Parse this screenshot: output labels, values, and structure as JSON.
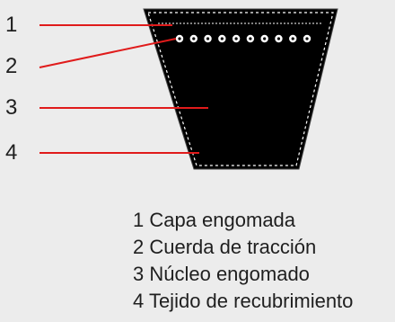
{
  "callouts": [
    "1",
    "2",
    "3",
    "4"
  ],
  "legend": [
    "1 Capa engomada",
    "2 Cuerda de tracción",
    "3 Núcleo engomado",
    "4 Tejido de recubrimiento"
  ],
  "colors": {
    "background": "#ececec",
    "belt_body": "#000000",
    "leader_line": "#e01b1b",
    "outline": "#ffffff"
  }
}
